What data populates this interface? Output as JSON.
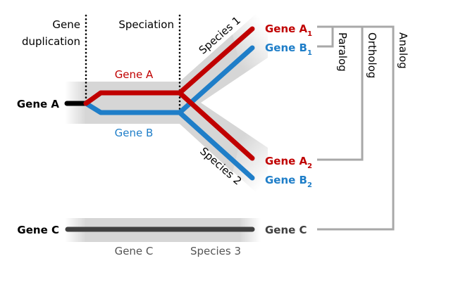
{
  "colors": {
    "gene_a": "#C00000",
    "gene_b": "#1F7EC8",
    "ancestral": "#000000",
    "gene_c": "#404040",
    "band": "#D6D6D6",
    "bracket": "#A8A8A8",
    "dotted": "#000000"
  },
  "events": {
    "duplication_line1": "Gene",
    "duplication_line2": "duplication",
    "speciation": "Speciation"
  },
  "tree": {
    "root_label": "Gene A",
    "branch_a_label": "Gene A",
    "branch_b_label": "Gene B",
    "species1_label": "Species 1",
    "species2_label": "Species 2"
  },
  "leaves": {
    "a1": {
      "name": "Gene A",
      "sub": "1"
    },
    "b1": {
      "name": "Gene B",
      "sub": "1"
    },
    "a2": {
      "name": "Gene A",
      "sub": "2"
    },
    "b2": {
      "name": "Gene B",
      "sub": "2"
    }
  },
  "gene_c": {
    "left_label": "Gene C",
    "right_label": "Gene C",
    "under_gene_label": "Gene C",
    "under_species_label": "Species 3"
  },
  "relations": {
    "paralog": "Paralog",
    "ortholog": "Ortholog",
    "analog": "Analog"
  }
}
